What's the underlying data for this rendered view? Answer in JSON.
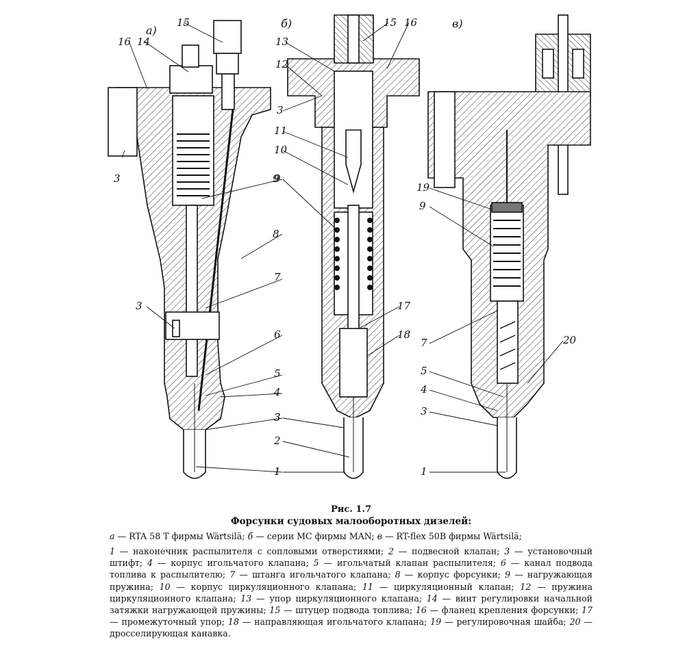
{
  "figure": {
    "subfigures": [
      "а)",
      "б)",
      "в)"
    ],
    "labels_a": [
      "16",
      "14",
      "15",
      "3",
      "9",
      "8",
      "7",
      "3",
      "6",
      "5",
      "4",
      "3",
      "1"
    ],
    "labels_b": [
      "15",
      "16",
      "13",
      "12",
      "3",
      "11",
      "10",
      "9",
      "17",
      "18",
      "2",
      "3",
      "1"
    ],
    "labels_c": [
      "19",
      "9",
      "7",
      "20",
      "5",
      "4",
      "3",
      "1"
    ]
  },
  "caption": {
    "number": "Рис. 1.7",
    "title": "Форсунки судовых малооборотных дизелей:",
    "variants": [
      {
        "key": "а",
        "text": " — RTA 58 T фирмы Wärtsilä; "
      },
      {
        "key": "б",
        "text": " — серии MC фирмы MAN; "
      },
      {
        "key": "в",
        "text": " — RT-flex 50B фирмы Wärtsilä;"
      }
    ],
    "legend": [
      {
        "n": "1",
        "text": " — наконечник распылителя с сопловыми отверстиями; "
      },
      {
        "n": "2",
        "text": " — подвесной клапан; "
      },
      {
        "n": "3",
        "text": " — установочный штифт; "
      },
      {
        "n": "4",
        "text": " — корпус игольчатого клапана; "
      },
      {
        "n": "5",
        "text": " — игольчатый клапан распылителя; "
      },
      {
        "n": "6",
        "text": " — канал подвода топлива к распылителю; "
      },
      {
        "n": "7",
        "text": " — штанга игольчатого клапана; "
      },
      {
        "n": "8",
        "text": " — корпус форсунки; "
      },
      {
        "n": "9",
        "text": " — нагружающая пружина; "
      },
      {
        "n": "10",
        "text": " — корпус циркуляционного клапана; "
      },
      {
        "n": "11",
        "text": " — циркуляционный клапан; "
      },
      {
        "n": "12",
        "text": " — пружина циркуляционного клапана; "
      },
      {
        "n": "13",
        "text": " — упор циркуляционного клапана; "
      },
      {
        "n": "14",
        "text": " — винт регулировки начальной затяжки нагружающей пружины; "
      },
      {
        "n": "15",
        "text": " — штуцер подвода топлива; "
      },
      {
        "n": "16",
        "text": " — фланец крепления форсунки; "
      },
      {
        "n": "17",
        "text": " — промежуточный упор; "
      },
      {
        "n": "18",
        "text": " — направляющая игольчатого клапана; "
      },
      {
        "n": "19",
        "text": " — регулировочная шайба; "
      },
      {
        "n": "20",
        "text": " — дросселирующая канавка."
      }
    ]
  }
}
